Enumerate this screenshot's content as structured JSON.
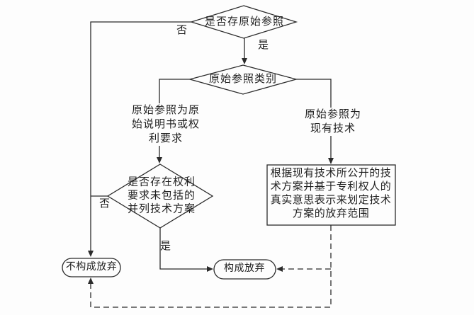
{
  "flowchart": {
    "kind": "patent-abandonment-decision-flowchart",
    "colors": {
      "background": "#fdfdfd",
      "line": "#2b2b2b",
      "text": "#1f1f1f",
      "shape_fill": "#fdfdfd"
    },
    "decisions": {
      "d1": {
        "label": "是否存原始参照"
      },
      "d2": {
        "label": "原始参照类别"
      },
      "d3": {
        "label": "是否存在权利\n要求未包括的\n并列技术方案"
      }
    },
    "branch_labels": {
      "d1_no": "否",
      "d1_yes": "是",
      "d2_left": "原始参照为原\n始说明书或权\n利要求",
      "d2_right": "原始参照为\n现有技术",
      "d3_no": "否",
      "d3_yes": "是"
    },
    "process": {
      "label": "根据现有技术所公开的技\n术方案并基于专利权人的\n真实意思表示来划定技术\n方案的放弃范围"
    },
    "terminals": {
      "not_abandon": {
        "label": "不构成放弃"
      },
      "abandon": {
        "label": "构成放弃"
      }
    }
  }
}
